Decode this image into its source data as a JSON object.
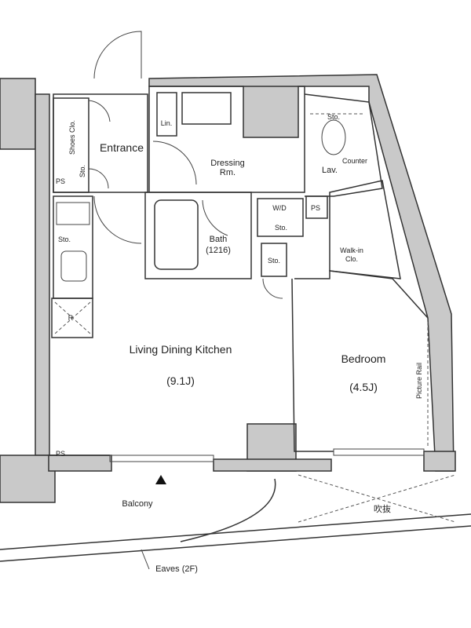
{
  "rooms": {
    "entrance": "Entrance",
    "shoes_closet": "Shoes Clo.",
    "storage": "Sto.",
    "ps": "PS",
    "linen": "Lin.",
    "dressing_line1": "Dressing",
    "dressing_line2": "Rm.",
    "lavatory": "Lav.",
    "counter": "Counter",
    "washer_dryer": "W/D",
    "bath": "Bath",
    "bath_size": "(1216)",
    "walkin_line1": "Walk-in",
    "walkin_line2": "Clo.",
    "ldk": "Living Dining Kitchen",
    "ldk_size": "(9.1J)",
    "bedroom": "Bedroom",
    "bedroom_size": "(4.5J)",
    "picture_rail": "Picture Rail",
    "refrigerator": "R",
    "balcony": "Balcony",
    "void": "吹抜",
    "eaves": "Eaves (2F)"
  }
}
